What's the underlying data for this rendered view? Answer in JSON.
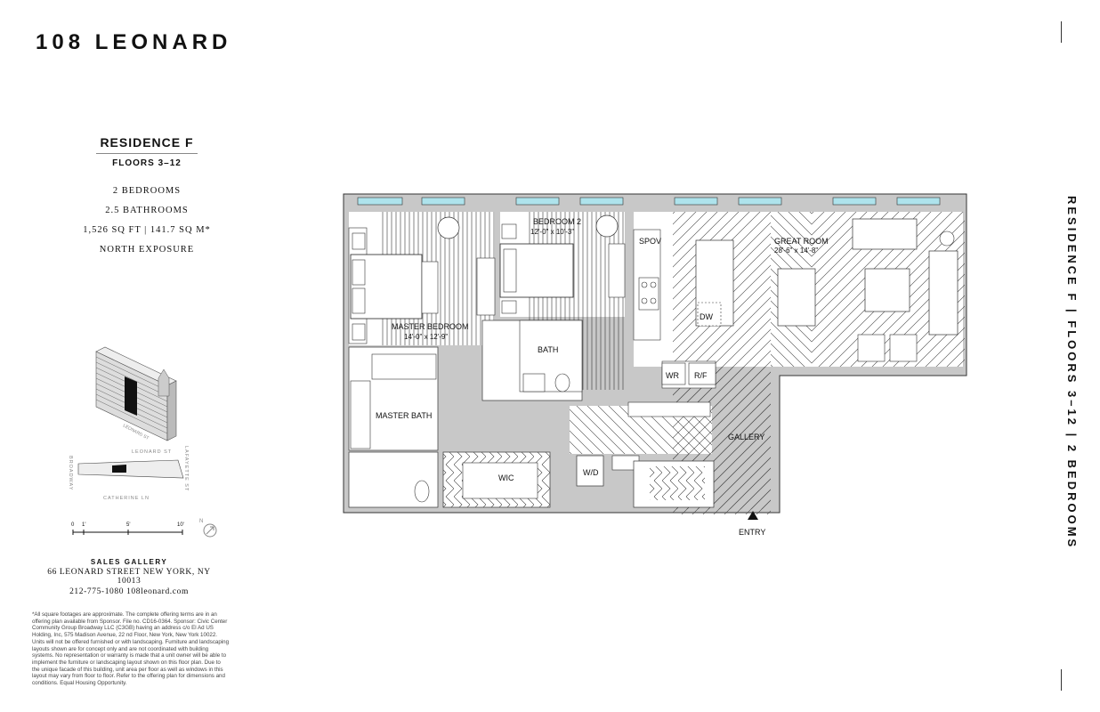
{
  "brand": "108 LEONARD",
  "side_title": "RESIDENCE F   |   FLOORS 3–12   |   2 BEDROOMS",
  "residence": {
    "title": "RESIDENCE F",
    "floors": "FLOORS 3–12",
    "bedrooms": "2 BEDROOMS",
    "bathrooms": "2.5 BATHROOMS",
    "area": "1,526 SQ FT | 141.7 SQ M*",
    "exposure": "NORTH EXPOSURE"
  },
  "key_map": {
    "street_top_diag": "LEONARD ST",
    "street_top": "LEONARD ST",
    "street_left": "BROADWAY",
    "street_right": "LAFAYETTE ST",
    "street_bottom": "CATHERINE LN"
  },
  "scale": {
    "labels": [
      "0",
      "1'",
      "5'",
      "10'"
    ],
    "north": "N"
  },
  "rooms": {
    "master_bedroom": "MASTER BEDROOM",
    "master_bedroom_dim": "14'-0\" x 12'-9\"",
    "bedroom2": "BEDROOM 2",
    "bedroom2_dim": "12'-0\" x 10'-3\"",
    "great_room": "GREAT ROOM",
    "great_room_dim": "28'-6\" x 14'-8\"",
    "bath": "BATH",
    "master_bath": "MASTER BATH",
    "wic": "WIC",
    "wd": "W/D",
    "spov": "SPOV",
    "dw": "DW",
    "wr": "WR",
    "rf": "R/F",
    "gallery": "GALLERY",
    "entry": "ENTRY"
  },
  "sales": {
    "heading": "SALES GALLERY",
    "address": "66 LEONARD STREET   NEW YORK, NY 10013",
    "contact": "212-775-1080   108leonard.com"
  },
  "disclaimer": "*All square footages are approximate. The complete offering terms are in an offering plan available from Sponsor. File no. CD16-0364. Sponsor: Civic Center Community Group Broadway LLC (C3GB) having an address c/o El Ad US Holding, Inc, 575 Madison Avenue, 22 nd Floor, New York, New York 10022. Units will not be offered furnished or with landscaping. Furniture and landscaping layouts shown are for concept only and are not coordinated with building systems. No representation or warranty is made that a unit owner will be able to implement the furniture or landscaping layout shown on this floor plan. Due to the unique facade of this building, unit area per floor as well as windows in this layout may vary from floor to floor. Refer to the offering plan for dimensions and conditions. Equal Housing Opportunity.",
  "colors": {
    "wall": "#c8c8c8",
    "line": "#222222",
    "window": "#aee3ec"
  }
}
